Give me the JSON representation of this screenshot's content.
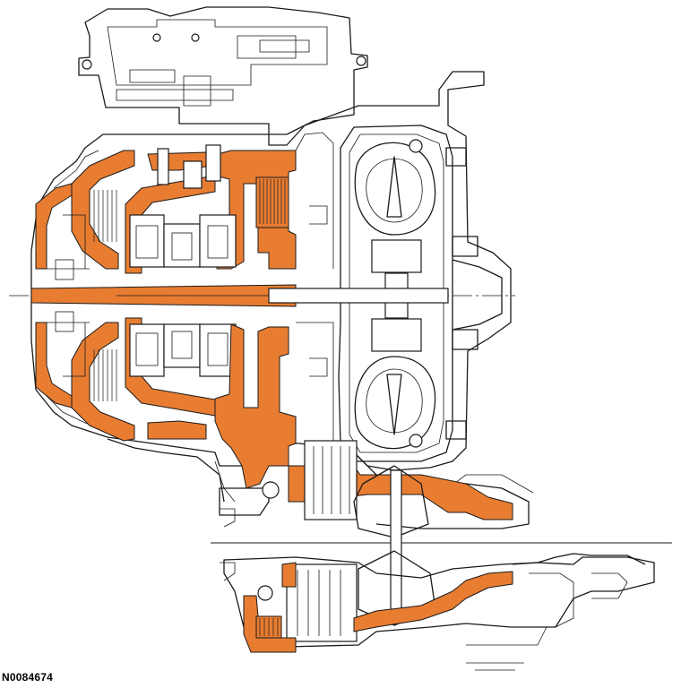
{
  "figure": {
    "id_label": "N0084674"
  },
  "colors": {
    "highlight": "#e87d32",
    "line": "#1a1a1a",
    "background": "#ffffff"
  },
  "parts": [
    "transmission-case",
    "torque-converter",
    "input-shaft",
    "clutch-packs",
    "planetary-gearsets",
    "transfer-gear",
    "differential",
    "output-shaft"
  ]
}
